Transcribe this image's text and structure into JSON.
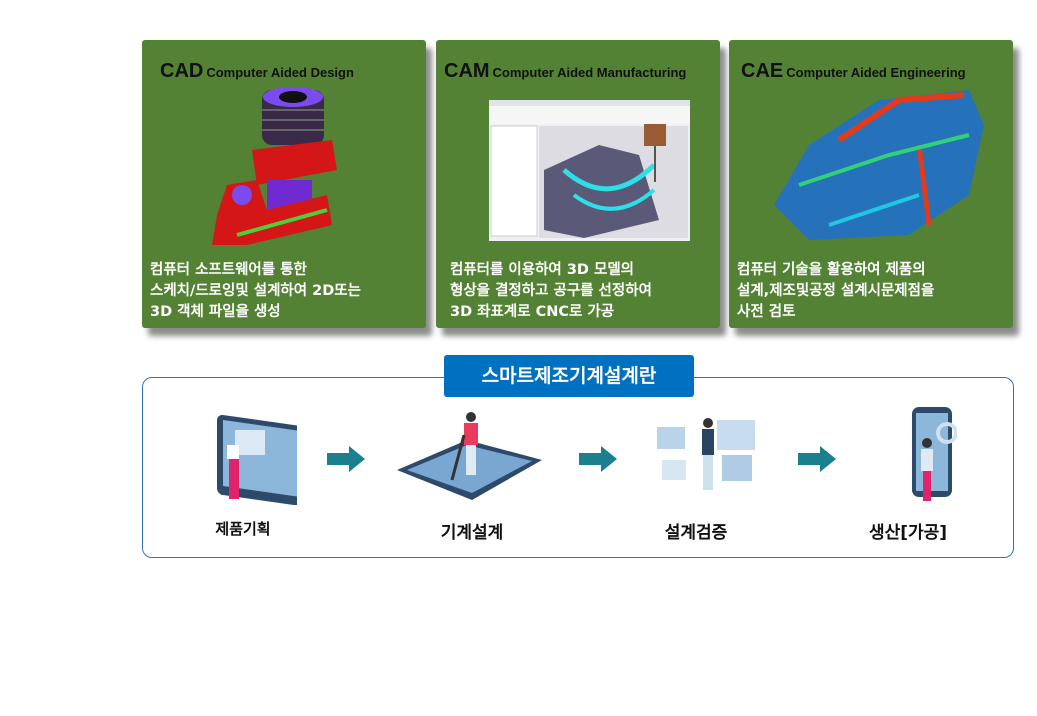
{
  "cards": [
    {
      "abbr": "CAD",
      "full": "Computer Aided Design",
      "desc": [
        "컴퓨터 소프트웨어를 통한",
        "스케치/드로잉및 설계하여 2D또는",
        "3D 객체 파일을 생성"
      ]
    },
    {
      "abbr": "CAM",
      "full": "Computer Aided Manufacturing",
      "desc": [
        "컴퓨터를 이용하여 3D 모델의",
        "형상을 결정하고 공구를 선정하여",
        "3D 좌표계로 CNC로 가공"
      ]
    },
    {
      "abbr": "CAE",
      "full": "Computer Aided Engineering",
      "desc": [
        "컴퓨터 기술을 활용하여 제품의",
        "설계,제조및공정 설계시문제점을",
        "사전 검토"
      ]
    }
  ],
  "process": {
    "title": "스마트제조기계설계란",
    "steps": [
      "제품기획",
      "기계설계",
      "설계검증",
      "생산[가공]"
    ]
  },
  "colors": {
    "card": "#548235",
    "banner": "#0070c0",
    "border": "#2e75b6",
    "arrow": "#1a7f8e"
  }
}
